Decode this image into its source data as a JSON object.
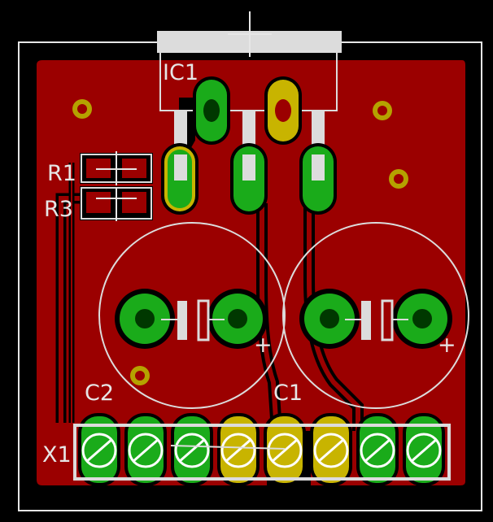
{
  "labels": {
    "ic1": "IC1",
    "r1": "R1",
    "r3": "R3",
    "c1": "C1",
    "c2": "C2",
    "x1": "X1",
    "plus_c2": "+",
    "plus_c1": "+"
  },
  "colors": {
    "background": "#000000",
    "board_outline": "#e6e6e6",
    "copper_pour": "#9b0000",
    "pad": "#1aab1a",
    "pad_dark": "#003800",
    "via": "#b5a200",
    "silkscreen": "#dcdcdc",
    "selected_pad": "#c8b400"
  },
  "components": [
    {
      "name": "IC1",
      "type": "regulator-TO220",
      "pins": 3
    },
    {
      "name": "R1",
      "type": "resistor-smd"
    },
    {
      "name": "R3",
      "type": "resistor-smd"
    },
    {
      "name": "C1",
      "type": "electrolytic-capacitor"
    },
    {
      "name": "C2",
      "type": "electrolytic-capacitor"
    },
    {
      "name": "X1",
      "type": "terminal-block",
      "pins": 8
    }
  ]
}
